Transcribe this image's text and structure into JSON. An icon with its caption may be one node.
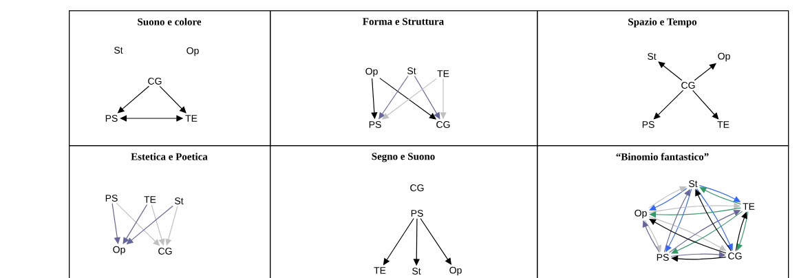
{
  "diagram": {
    "nodes": [
      {
        "text": [
          "Suono e colore"
        ]
      },
      {
        "text": [
          "St"
        ],
        "in": 0
      },
      {
        "text": [
          "Op"
        ],
        "in": 0
      },
      {
        "text": [
          "CG"
        ],
        "in": 0
      },
      {
        "text": [
          "PS"
        ],
        "in": 0
      },
      {
        "text": [
          "TE"
        ],
        "in": 0
      },
      {
        "text": [
          "Forma e Struttura"
        ]
      },
      {
        "text": [
          "Op"
        ],
        "in": 6
      },
      {
        "text": [
          "St"
        ],
        "in": 6
      },
      {
        "text": [
          "TE"
        ],
        "in": 6
      },
      {
        "text": [
          "PS"
        ],
        "in": 6
      },
      {
        "text": [
          "CG"
        ],
        "in": 6
      },
      {
        "text": [
          "Spazio e Tempo"
        ]
      },
      {
        "text": [
          "St"
        ],
        "in": 12
      },
      {
        "text": [
          "Op"
        ],
        "in": 12
      },
      {
        "text": [
          "CG"
        ],
        "in": 12
      },
      {
        "text": [
          "PS"
        ],
        "in": 12
      },
      {
        "text": [
          "TE"
        ],
        "in": 12
      },
      {
        "text": [
          "Estetica e Poetica"
        ]
      },
      {
        "text": [
          "PS"
        ],
        "in": 18
      },
      {
        "text": [
          "TE"
        ],
        "in": 18
      },
      {
        "text": [
          "St"
        ],
        "in": 18
      },
      {
        "text": [
          "Op"
        ],
        "in": 18
      },
      {
        "text": [
          "CG"
        ],
        "in": 18
      },
      {
        "text": [
          "Segno e Suono"
        ]
      },
      {
        "text": [
          "CG"
        ],
        "in": 24
      },
      {
        "text": [
          "PS"
        ],
        "in": 24
      },
      {
        "text": [
          "TE"
        ],
        "in": 24
      },
      {
        "text": [
          "St"
        ],
        "in": 24
      },
      {
        "text": [
          "Op"
        ],
        "in": 24
      },
      {
        "text": [
          "“Binomio fantastico”"
        ]
      },
      {
        "text": [
          "St"
        ],
        "in": 30
      },
      {
        "text": [
          "TE"
        ],
        "in": 30
      },
      {
        "text": [
          "Op"
        ],
        "in": 30
      },
      {
        "text": [
          "PS"
        ],
        "in": 30
      },
      {
        "text": [
          "CG"
        ],
        "in": 30
      }
    ],
    "edges": [
      {
        "from": 3,
        "to": 4,
        "arrow": "to"
      },
      {
        "from": 3,
        "to": 5,
        "arrow": "to"
      },
      {
        "from": 4,
        "to": 5,
        "arrow": "both"
      },
      {
        "from": 7,
        "to": 10,
        "arrow": "to"
      },
      {
        "from": 7,
        "to": 11,
        "arrow": "to"
      },
      {
        "from": 8,
        "to": 10,
        "arrow": "to",
        "color": "#666699"
      },
      {
        "from": 8,
        "to": 11,
        "arrow": "to",
        "color": "#666699"
      },
      {
        "from": 9,
        "to": 10,
        "arrow": "to",
        "color": "#c0c0c0"
      },
      {
        "from": 9,
        "to": 11,
        "arrow": "to",
        "color": "#c0c0c0"
      },
      {
        "from": 15,
        "to": 13,
        "arrow": "to"
      },
      {
        "from": 15,
        "to": 14,
        "arrow": "to"
      },
      {
        "from": 15,
        "to": 16,
        "arrow": "to"
      },
      {
        "from": 15,
        "to": 17,
        "arrow": "to"
      },
      {
        "from": 19,
        "to": 22,
        "arrow": "to",
        "color": "#666699"
      },
      {
        "from": 19,
        "to": 23,
        "arrow": "to",
        "color": "#c0c0c0"
      },
      {
        "from": 20,
        "to": 22,
        "arrow": "to",
        "color": "#666699"
      },
      {
        "from": 20,
        "to": 23,
        "arrow": "to",
        "color": "#c0c0c0"
      },
      {
        "from": 21,
        "to": 22,
        "arrow": "to",
        "color": "#666699"
      },
      {
        "from": 21,
        "to": 23,
        "arrow": "to",
        "color": "#c0c0c0"
      },
      {
        "from": 26,
        "to": 27,
        "arrow": "to"
      },
      {
        "from": 26,
        "to": 28,
        "arrow": "to"
      },
      {
        "from": 26,
        "to": 29,
        "arrow": "to"
      },
      {
        "from": 31,
        "to": 33,
        "arrow": "to",
        "color": "#3366ff"
      },
      {
        "from": 31,
        "to": 32,
        "arrow": "to",
        "color": "#3366ff"
      },
      {
        "from": 31,
        "to": 34,
        "arrow": "to",
        "color": "#3366ff"
      },
      {
        "from": 31,
        "to": 35,
        "arrow": "to",
        "color": "#3366ff"
      },
      {
        "from": 33,
        "to": 31,
        "arrow": "to",
        "color": "#c0c0c0"
      },
      {
        "from": 33,
        "to": 32,
        "arrow": "to",
        "color": "#c0c0c0"
      },
      {
        "from": 33,
        "to": 34,
        "arrow": "to",
        "color": "#c0c0c0"
      },
      {
        "from": 33,
        "to": 35,
        "arrow": "to",
        "color": "#c0c0c0"
      },
      {
        "from": 32,
        "to": 31,
        "arrow": "to",
        "color": "#339966"
      },
      {
        "from": 32,
        "to": 33,
        "arrow": "to",
        "color": "#339966"
      },
      {
        "from": 32,
        "to": 34,
        "arrow": "to",
        "color": "#339966"
      },
      {
        "from": 32,
        "to": 35,
        "arrow": "to",
        "color": "#339966"
      },
      {
        "from": 34,
        "to": 33,
        "arrow": "to",
        "color": "#666699"
      },
      {
        "from": 34,
        "to": 31,
        "arrow": "to",
        "color": "#666699"
      },
      {
        "from": 34,
        "to": 32,
        "arrow": "to",
        "color": "#666699"
      },
      {
        "from": 34,
        "to": 35,
        "arrow": "to",
        "color": "#666699"
      },
      {
        "from": 35,
        "to": 31,
        "arrow": "to"
      },
      {
        "from": 35,
        "to": 33,
        "arrow": "to"
      },
      {
        "from": 35,
        "to": 32,
        "arrow": "to"
      },
      {
        "from": 35,
        "to": 34,
        "arrow": "to"
      }
    ]
  }
}
